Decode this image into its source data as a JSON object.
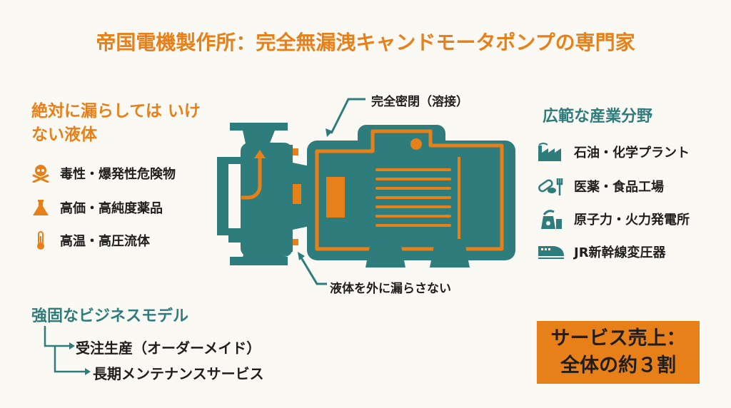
{
  "title": "帝国電機製作所：完全無漏洩キャンドモータポンプの専門家",
  "left": {
    "heading": "絶対に漏らしては いけない液体",
    "items": [
      {
        "icon": "skull-icon",
        "label": "毒性・爆発性危険物"
      },
      {
        "icon": "flask-icon",
        "label": "高価・高純度薬品"
      },
      {
        "icon": "thermometer-icon",
        "label": "高温・高圧流体"
      }
    ]
  },
  "diagram": {
    "label_sealed": "完全密閉（溶接）",
    "label_noleak": "液体を外に漏らさない"
  },
  "right": {
    "heading": "広範な産業分野",
    "items": [
      {
        "icon": "factory-icon",
        "label": "石油・化学プラント"
      },
      {
        "icon": "pill-fork-icon",
        "label": "医薬・食品工場"
      },
      {
        "icon": "power-plant-icon",
        "label": "原子力・火力発電所"
      },
      {
        "icon": "bullet-train-icon",
        "label": "JR新幹線変圧器"
      }
    ]
  },
  "business": {
    "heading": "強固なビジネスモデル",
    "items": [
      "受注生産（オーダーメイド）",
      "長期メンテナンスサービス"
    ]
  },
  "highlight": {
    "line1": "サービス売上：",
    "line2": "全体の約３割"
  },
  "colors": {
    "orange": "#e8801a",
    "teal": "#2e7c7c",
    "background": "#fbf9f4"
  }
}
